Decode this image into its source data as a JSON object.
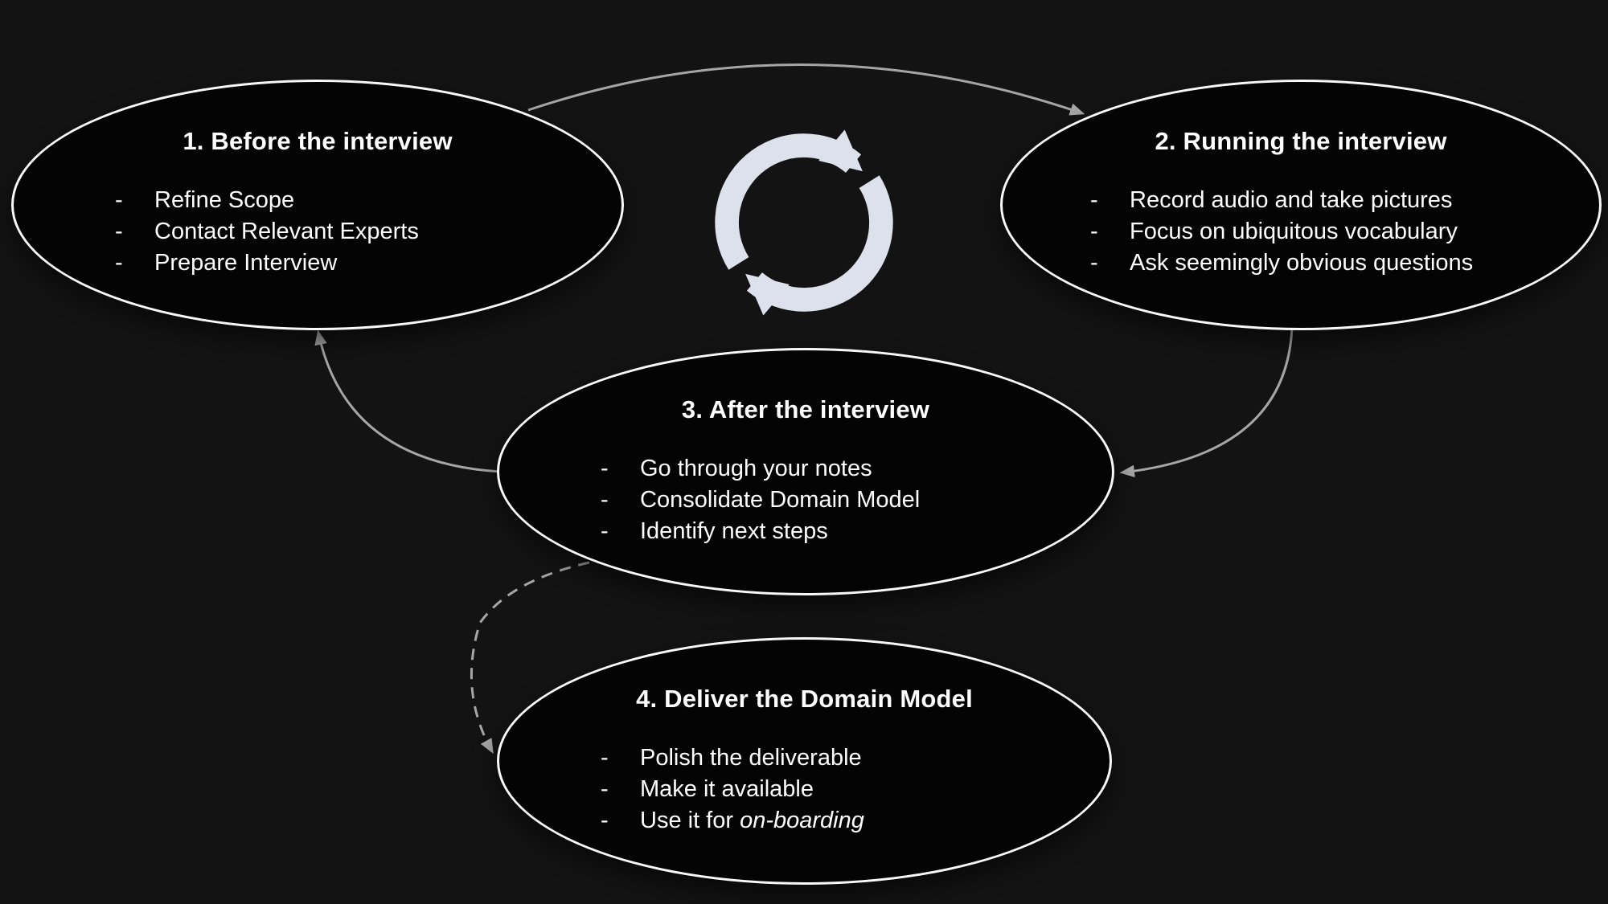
{
  "colors": {
    "background": "#131313",
    "node_fill": "#040404",
    "node_stroke": "#f8f8f8",
    "text": "#ffffff",
    "arrow": "#a6a6a6",
    "icon": "#dde1ec"
  },
  "bullet_char": "-",
  "center_icon": "refresh-cycle-icon",
  "nodes": [
    {
      "id": "1",
      "title": "1. Before the interview",
      "items": [
        [
          {
            "t": "Refine Scope"
          }
        ],
        [
          {
            "t": "Contact Relevant Experts"
          }
        ],
        [
          {
            "t": "Prepare Interview"
          }
        ]
      ]
    },
    {
      "id": "2",
      "title": "2. Running the interview",
      "items": [
        [
          {
            "t": "Record audio and take pictures"
          }
        ],
        [
          {
            "t": "Focus on ubiquitous vocabulary"
          }
        ],
        [
          {
            "t": "Ask seemingly obvious questions"
          }
        ]
      ]
    },
    {
      "id": "3",
      "title": "3. After the interview",
      "items": [
        [
          {
            "t": "Go through your notes"
          }
        ],
        [
          {
            "t": "Consolidate Domain Model"
          }
        ],
        [
          {
            "t": "Identify next steps"
          }
        ]
      ]
    },
    {
      "id": "4",
      "title": "4. Deliver the Domain Model",
      "items": [
        [
          {
            "t": "Polish the deliverable"
          }
        ],
        [
          {
            "t": "Make it available"
          }
        ],
        [
          {
            "t": "Use it for "
          },
          {
            "t": "on-boarding",
            "i": true
          }
        ]
      ]
    }
  ],
  "flows": [
    {
      "from": "1",
      "to": "2",
      "style": "solid"
    },
    {
      "from": "2",
      "to": "3",
      "style": "solid"
    },
    {
      "from": "3",
      "to": "1",
      "style": "solid"
    },
    {
      "from": "3",
      "to": "4",
      "style": "dashed"
    }
  ]
}
